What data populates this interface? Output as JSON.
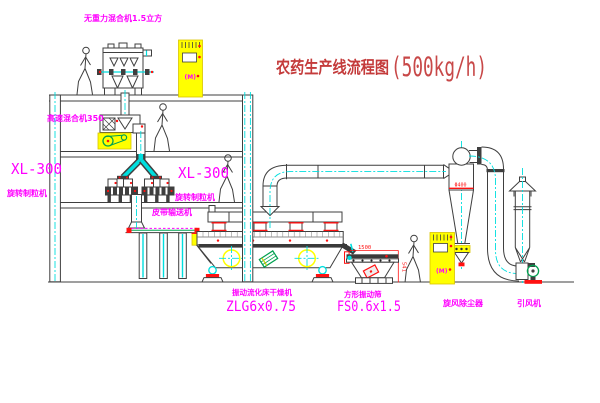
{
  "title": {
    "text": "农药生产线流程图",
    "capacity": "(500kg/h)"
  },
  "labels": {
    "top_mixer": "无重力混合机1.5立方",
    "high_speed_mixer": "高速混合机350",
    "granulator_left_model": "XL-300",
    "granulator_left_name": "旋转制粒机",
    "granulator_right_model": "XL-300",
    "granulator_right_name": "旋转制粒机",
    "belt_conveyor": "皮带输送机",
    "dryer_name": "振动流化床干燥机",
    "dryer_model": "ZLG6x0.75",
    "screen_name": "方形振动筛",
    "screen_model": "FS0.6x1.5",
    "cyclone_name": "旋风除尘器",
    "fan_name": "引风机",
    "cabinet_motor": "(M)"
  },
  "dimensions": {
    "screen_length": "1500",
    "screen_height": "541",
    "cyclone_diameter": "Φ400"
  },
  "colors": {
    "line": "#3f3f3f",
    "centerline": "#00dede",
    "label_magenta": "#ff00ff",
    "accent_red": "#ff1111",
    "highlight_yellow": "#ffff00",
    "machine_green": "#00a050",
    "title_red": "#c43b3b"
  }
}
